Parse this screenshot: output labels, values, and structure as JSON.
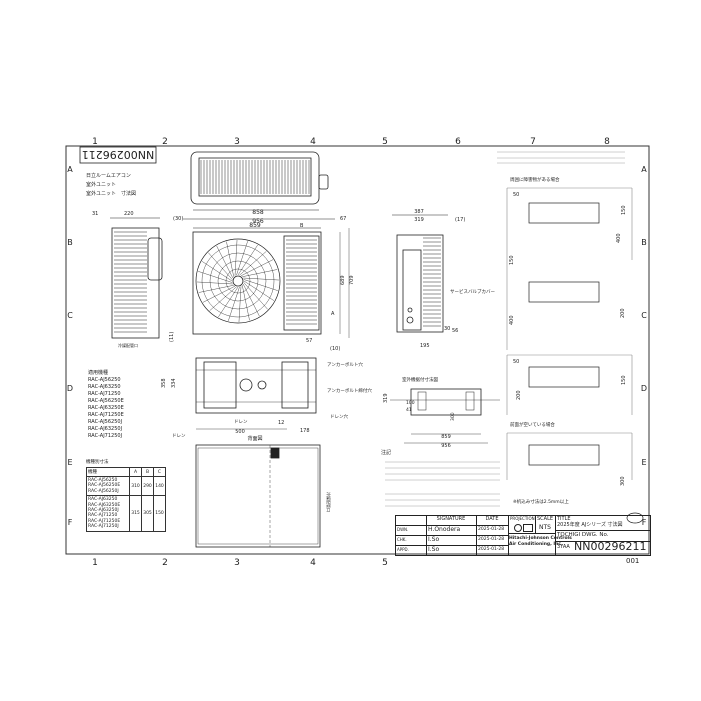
{
  "border": {
    "cols": [
      "1",
      "2",
      "3",
      "4",
      "5",
      "6",
      "7",
      "8"
    ],
    "rows": [
      "A",
      "B",
      "C",
      "D",
      "E",
      "F"
    ]
  },
  "drawing_no_rotated": "NN00296211",
  "product_title": [
    "日立ルームエアコン",
    "室外ユニット　寸法図"
  ],
  "dims": {
    "top_width": "858",
    "front_width": "956",
    "d859": "859",
    "d67": "67",
    "d30": "(30)",
    "dB": "B",
    "dA": "A",
    "d31": "31",
    "d220": "220",
    "d387": "387",
    "d319": "319",
    "d17": "(17)",
    "d689": "689",
    "d709": "709",
    "d57": "57",
    "d10": "(10)",
    "d11": "(11)",
    "d334": "334",
    "d358": "358",
    "d500": "500",
    "d178": "178",
    "d12": "12",
    "d195": "195",
    "d30b": "30",
    "d56": "56",
    "d859b": "859",
    "d956b": "956",
    "d319b": "319",
    "d100": "100",
    "d41": "41",
    "d300": "300"
  },
  "labels": {
    "drain": "ドレン",
    "service_valve": "サービスバルブカバー",
    "foot": "ドレン",
    "bottom_view": "背面図",
    "anchor1": "アンカーボルト穴",
    "anchor2": "アンカーボルト締付穴",
    "drain_hole": "ドレン穴",
    "mount_title": "室外機据付寸法図",
    "notes_head": "注記",
    "side_label": "冷媒配管口",
    "space_title_1": "周囲に障害物がある場合",
    "space_title_2": "前面が空いている場合"
  },
  "models_head": "適用機種",
  "models": [
    "RAC-AJ56250",
    "RAC-AJ63250",
    "RAC-AJ71250",
    "RAC-AJ56250E",
    "RAC-AJ63250E",
    "RAC-AJ71250E",
    "RAC-AJ56250J",
    "RAC-AJ63250J",
    "RAC-AJ71250J"
  ],
  "abc_table": {
    "title": "機種別寸法",
    "header": [
      "機種",
      "A",
      "B",
      "C"
    ],
    "rows": [
      {
        "models": "RAC-AJ56250\nRAC-AJ56250E\nRAC-AJ56250J",
        "a": "310",
        "b": "290",
        "c": "140"
      },
      {
        "models": "RAC-AJ63250\nRAC-AJ63250E\nRAC-AJ63250J\nRAC-AJ71250\nRAC-AJ71250E\nRAC-AJ71250J",
        "a": "315",
        "b": "305",
        "c": "150"
      }
    ]
  },
  "space_dims": {
    "s50a": "50",
    "s150a": "150",
    "s400a": "400",
    "s150b": "150",
    "s400b": "400",
    "s200b": "200",
    "s50c": "50",
    "s150c": "150",
    "s200c": "200",
    "s300d": "300"
  },
  "space_footnote": "※机込み寸法は2.5mm以上",
  "title_block": {
    "signature_h": "SIGNATURE",
    "date_h": "DATE",
    "projection": "PROJECTION",
    "scale_h": "SCALE",
    "scale": "NTS",
    "title_h": "TITLE",
    "title": "2025年度 AJシリーズ 寸法図",
    "dwn": "DWN.",
    "chk": "CHK.",
    "appd": "APPD.",
    "dwn_name": "H.Onodera",
    "chk_name": "I.So",
    "appd_name": "I.So",
    "dwn_date": "2025-01-28",
    "chk_date": "2025-01-28",
    "appd_date": "2025-01-28",
    "company": "Hitachi-Johnson Controls\nAir Conditioning, Inc.",
    "site": "TOCHIGI DWG. No.",
    "code": "3YAA",
    "dwg_no": "NN00296211",
    "sheet": "001"
  }
}
